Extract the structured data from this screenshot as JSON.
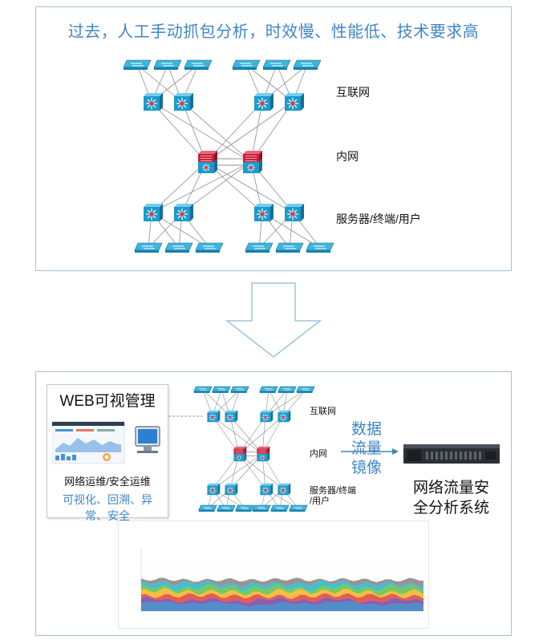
{
  "top": {
    "title": "过去，人工手动抓包分析，时效慢、性能低、技术要求高",
    "labels": {
      "internet": "互联网",
      "intranet": "内网",
      "servers": "服务器/终端/用户"
    }
  },
  "bottom": {
    "web_box": {
      "title": "WEB可视管理",
      "subtitle": "网络运维/安全运维",
      "tags_line1": "可视化、回溯、异",
      "tags_line2": "常、安全"
    },
    "labels": {
      "internet": "互联网",
      "intranet": "内网",
      "servers_line1": "服务器/终端",
      "servers_line2": "/用户"
    },
    "mirror": {
      "line1": "数据",
      "line2": "流量",
      "line3": "镜像"
    },
    "system": {
      "line1": "网络流量安",
      "line2": "全分析系统"
    }
  },
  "colors": {
    "accent": "#3f86c5",
    "switch": "#1d9ac9",
    "firewall": "#c9213a",
    "border": "#9fc3db"
  }
}
